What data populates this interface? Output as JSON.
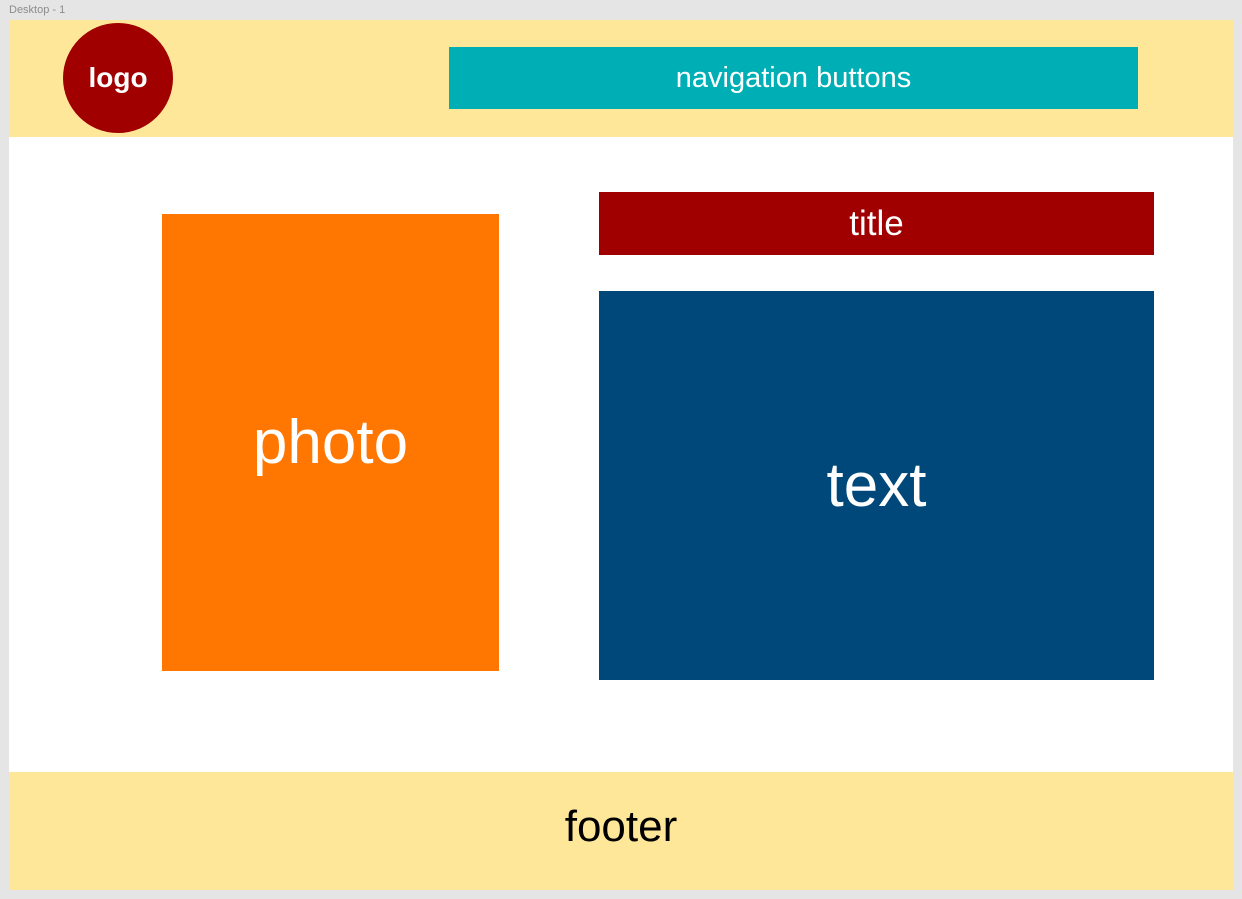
{
  "frame": {
    "label": "Desktop - 1"
  },
  "header": {
    "logo_label": "logo",
    "nav_label": "navigation buttons"
  },
  "main": {
    "photo_label": "photo",
    "title_label": "title",
    "text_label": "text"
  },
  "footer": {
    "label": "footer"
  },
  "colors": {
    "header_bg": "#ffe799",
    "footer_bg": "#ffe799",
    "logo_bg": "#a00000",
    "nav_bg": "#00afb5",
    "photo_bg": "#ff7700",
    "title_bg": "#a00000",
    "text_bg": "#004879",
    "frame_bg": "#ffffff"
  }
}
